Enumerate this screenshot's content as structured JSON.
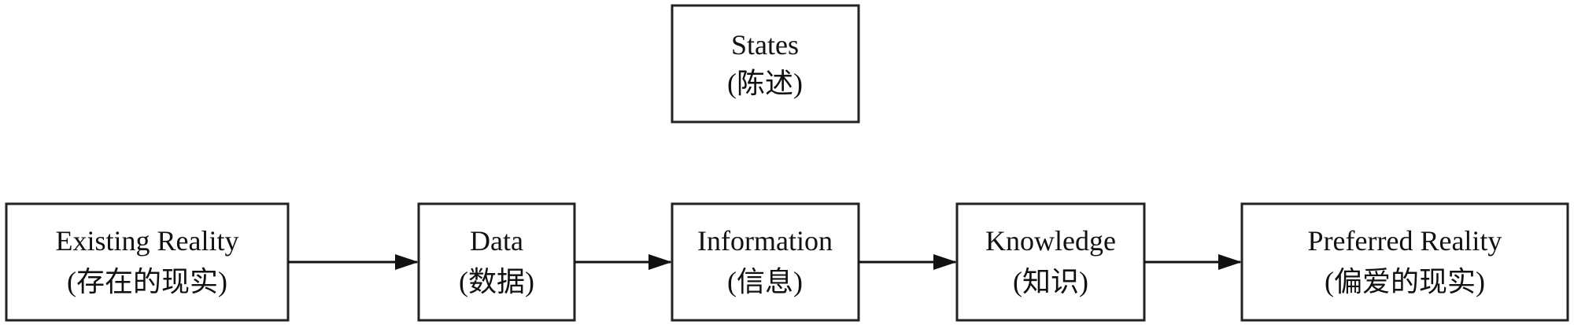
{
  "diagram": {
    "nodes": [
      {
        "id": "states",
        "lines": [
          "States",
          "(陈述)"
        ]
      },
      {
        "id": "existing-reality",
        "lines": [
          "Existing Reality",
          "(存在的现实)"
        ]
      },
      {
        "id": "data",
        "lines": [
          "Data",
          "(数据)"
        ]
      },
      {
        "id": "information",
        "lines": [
          "Information",
          "(信息)"
        ]
      },
      {
        "id": "knowledge",
        "lines": [
          "Knowledge",
          "(知识)"
        ]
      },
      {
        "id": "preferred-reality",
        "lines": [
          "Preferred Reality",
          "(偏爱的现实)"
        ]
      }
    ],
    "edges": [
      {
        "from": "existing-reality",
        "to": "data"
      },
      {
        "from": "data",
        "to": "information"
      },
      {
        "from": "information",
        "to": "knowledge"
      },
      {
        "from": "knowledge",
        "to": "preferred-reality"
      }
    ]
  }
}
